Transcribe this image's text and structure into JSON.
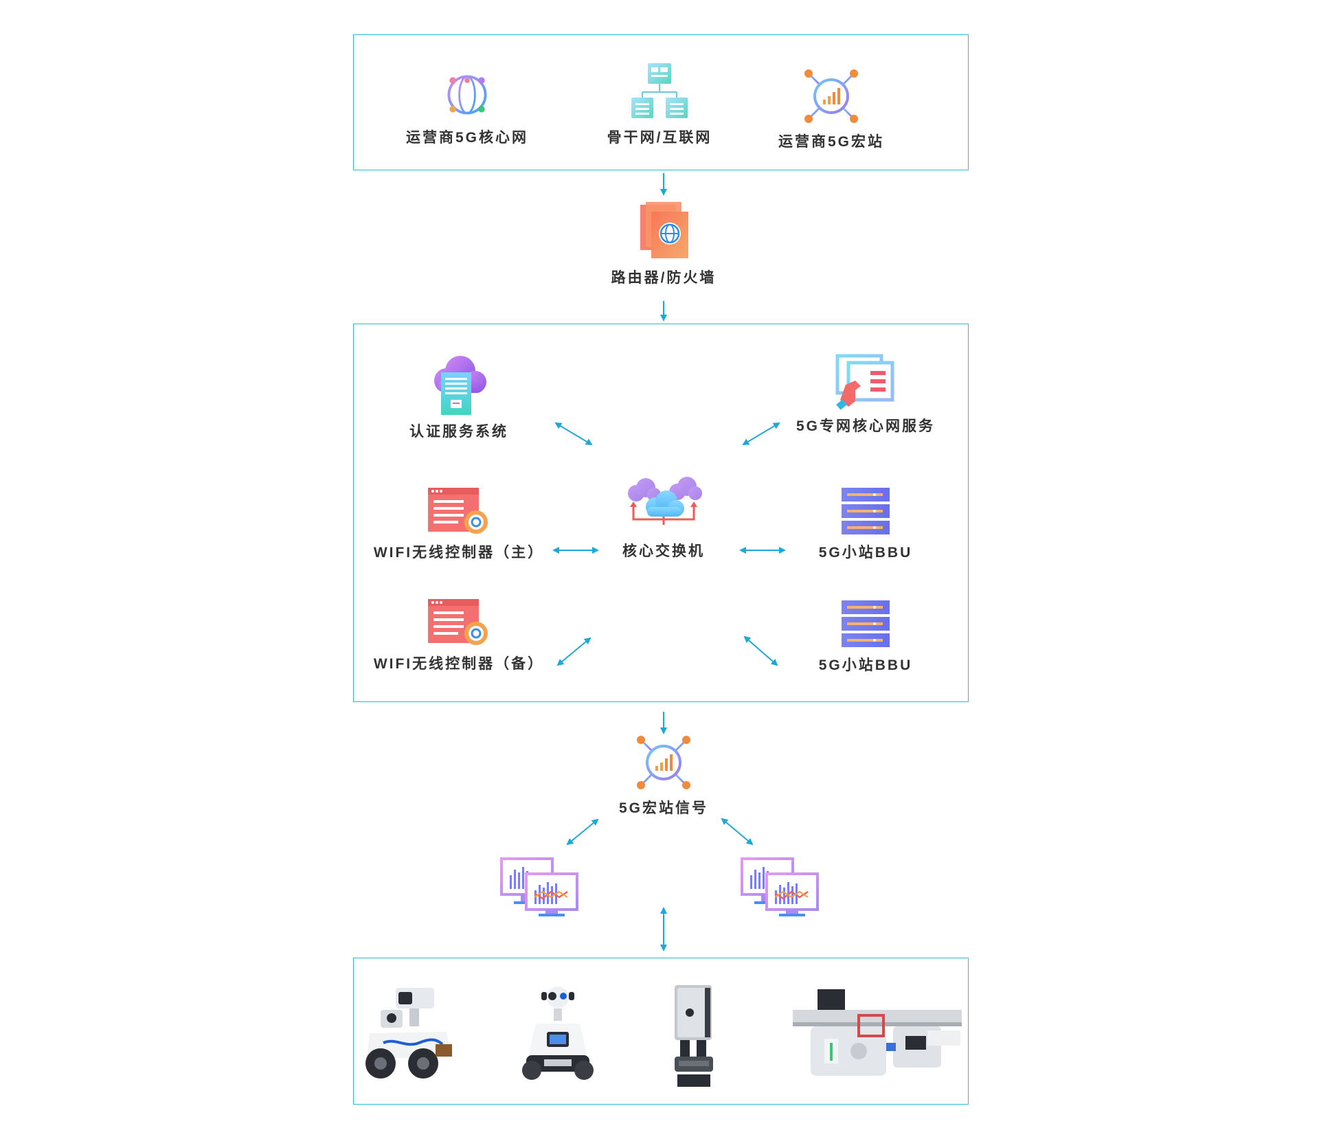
{
  "colors": {
    "border": "#2bbfd6",
    "arrow": "#1ea8d6",
    "text": "#333333"
  },
  "top_frame": {
    "items": [
      {
        "label": "运营商5G核心网",
        "icon": "globe-network-icon"
      },
      {
        "label": "骨干网/互联网",
        "icon": "document-hierarchy-icon"
      },
      {
        "label": "运营商5G宏站",
        "icon": "signal-hub-icon"
      }
    ]
  },
  "router": {
    "label": "路由器/防火墙",
    "icon": "firewall-globe-icon"
  },
  "core_frame": {
    "center": {
      "label": "核心交换机",
      "icon": "cloud-switch-icon"
    },
    "left": [
      {
        "label": "认证服务系统",
        "icon": "cloud-server-icon"
      },
      {
        "label": "WIFI无线控制器（主）",
        "icon": "browser-gear-icon"
      },
      {
        "label": "WIFI无线控制器（备）",
        "icon": "browser-gear-icon"
      }
    ],
    "right": [
      {
        "label": "5G专网核心网服务",
        "icon": "touch-panel-icon"
      },
      {
        "label": "5G小站BBU",
        "icon": "server-rack-icon"
      },
      {
        "label": "5G小站BBU",
        "icon": "server-rack-icon"
      }
    ]
  },
  "signal": {
    "label": "5G宏站信号",
    "icon": "signal-hub-icon"
  },
  "terminals": [
    {
      "icon": "monitor-pair-icon"
    },
    {
      "icon": "monitor-pair-icon"
    }
  ],
  "devices": [
    {
      "icon": "wheeled-inspection-robot-icon"
    },
    {
      "icon": "patrol-robot-icon"
    },
    {
      "icon": "rail-inspection-unit-icon"
    },
    {
      "icon": "track-inspection-robot-icon"
    }
  ]
}
